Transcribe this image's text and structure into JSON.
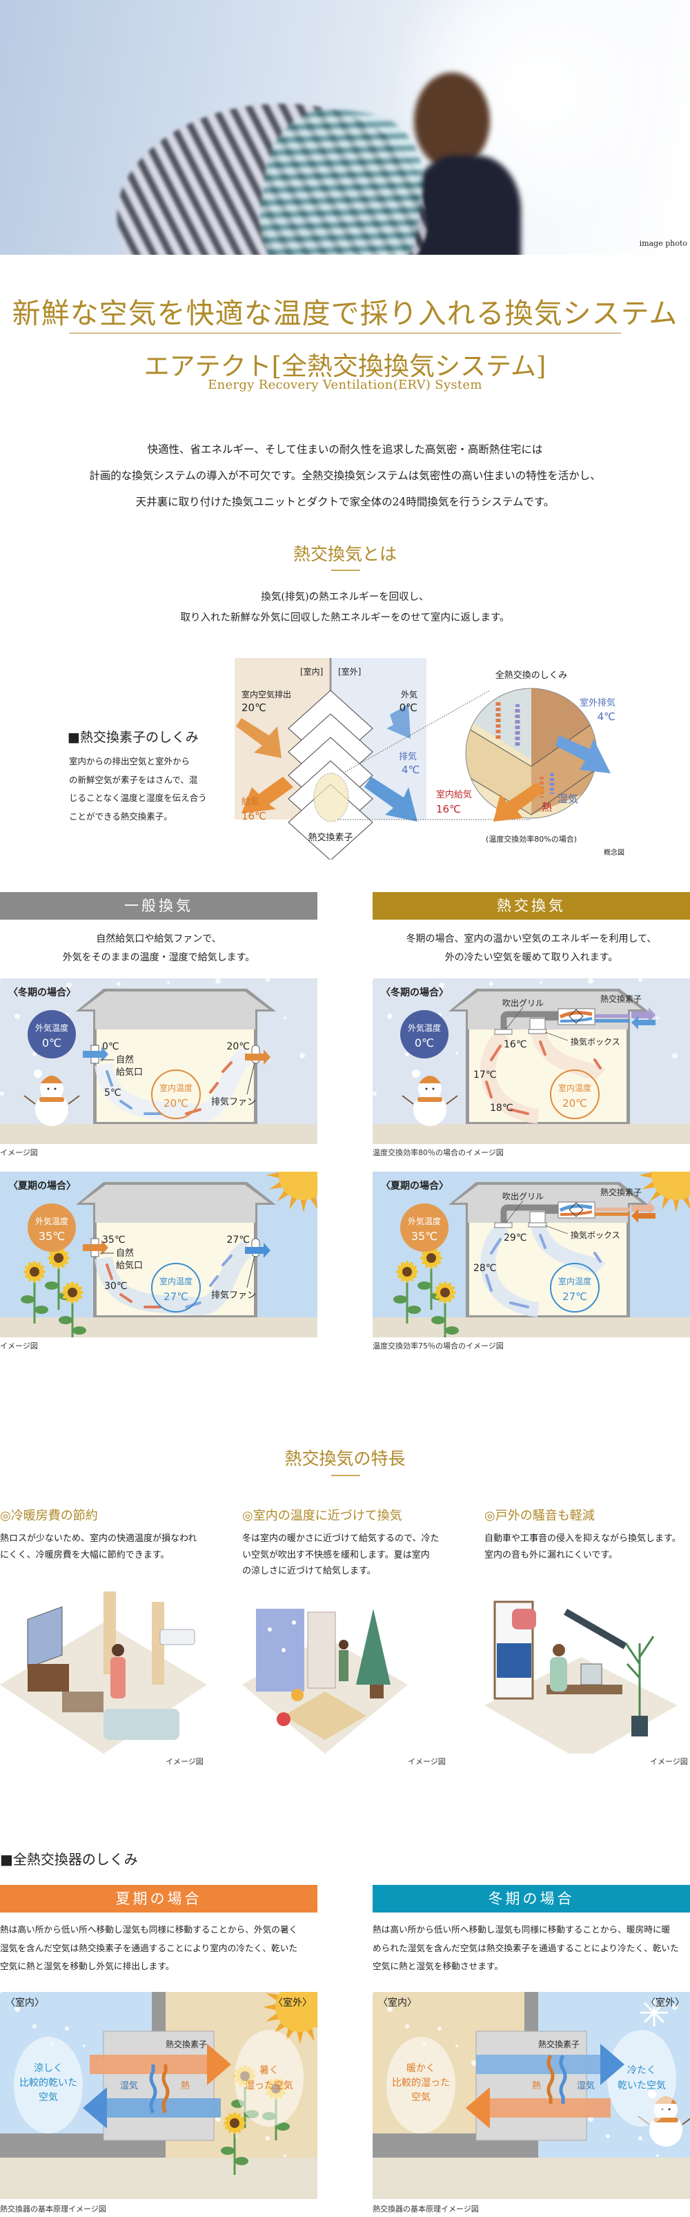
{
  "hero": {
    "caption": "image photo"
  },
  "intro": {
    "title": "新鮮な空気を快適な温度で採り入れる換気システム",
    "product": "エアテクト[全熱交換換気システム]",
    "english": "Energy Recovery Ventilation(ERV) System",
    "body": [
      "快適性、省エネルギー、そして住まいの耐久性を追求した高気密・高断熱住宅には",
      "計画的な換気システムの導入が不可欠です。全熱交換換気システムは気密性の高い住まいの特性を活かし、",
      "天井裏に取り付けた換気ユニットとダクトで家全体の24時間換気を行うシステムです。"
    ]
  },
  "about": {
    "heading": "熱交換気とは",
    "desc": [
      "換気(排気)の熱エネルギーを回収し、",
      "取り入れた新鮮な外気に回収した熱エネルギーをのせて室内に返します。"
    ],
    "element_heading": "■熱交換素子のしくみ",
    "element_body": [
      "室内からの排出空気と室外から",
      "の新鮮空気が素子をはさんで、混",
      "じることなく温度と湿度を伝え合う",
      "ことができる熱交換素子。"
    ],
    "diagram": {
      "indoor": "[室内]",
      "outdoor": "[室外]",
      "exhaust_label": "室内空気排出",
      "exhaust_temp": "20℃",
      "outside_label": "外気",
      "outside_temp": "0℃",
      "out_exhaust_label": "排気",
      "out_exhaust_temp": "4℃",
      "supply_label": "給気",
      "supply_temp": "16℃",
      "element_caption": "熱交換素子",
      "mechanism_title": "全熱交換のしくみ",
      "outdoor_exhaust_label": "室外排気",
      "outdoor_exhaust_temp": "4℃",
      "indoor_supply_label": "室内給気",
      "indoor_supply_temp": "16℃",
      "heat": "熱",
      "humidity": "湿気",
      "efficiency_note": "(温度交換効率80%の場合)",
      "concept": "概念図"
    }
  },
  "general": {
    "title": "一般換気",
    "desc": [
      "自然給気口や給気ファンで、",
      "外気をそのままの温度・湿度で給気します。"
    ],
    "labels": {
      "inlet1": "自然",
      "inlet2": "給気口",
      "room": "室内温度",
      "fan": "排気ファン",
      "outside": "外気温度"
    },
    "winter": {
      "season": "〈冬期の場合〉",
      "outside_temp": "0℃",
      "in_temp": "0℃",
      "mid_temp": "5℃",
      "out_temp": "20℃",
      "room_temp": "20℃",
      "caption": "イメージ図"
    },
    "summer": {
      "season": "〈夏期の場合〉",
      "outside_temp": "35℃",
      "in_temp": "35℃",
      "mid_temp": "30℃",
      "out_temp": "27℃",
      "room_temp": "27℃",
      "caption": "イメージ図"
    }
  },
  "heat": {
    "title": "熱交換気",
    "desc": [
      "冬期の場合、室内の温かい空気のエネルギーを利用して、",
      "外の冷たい空気を暖めて取り入れます。"
    ],
    "labels": {
      "grille": "吹出グリル",
      "element": "熱交換素子",
      "box": "換気ボックス",
      "room": "室内温度",
      "outside": "外気温度"
    },
    "winter": {
      "season": "〈冬期の場合〉",
      "outside_temp": "0℃",
      "t1": "16℃",
      "t2": "17℃",
      "t3": "18℃",
      "room_temp": "20℃",
      "caption": "温度交換効率80％の場合のイメージ図"
    },
    "summer": {
      "season": "〈夏期の場合〉",
      "outside_temp": "35℃",
      "t1": "29℃",
      "t2": "28℃",
      "room_temp": "27℃",
      "caption": "温度交換効率75％の場合のイメージ図"
    }
  },
  "features": {
    "heading": "熱交換気の特長",
    "items": [
      {
        "title": "◎冷暖房費の節約",
        "body": [
          "熱ロスが少ないため、室内の快適温度が損なわれ",
          "にくく、冷暖房費を大幅に節約できます。"
        ],
        "caption": "イメージ図",
        "icon": "living-room-illustration"
      },
      {
        "title": "◎室内の温度に近づけて換気",
        "body": [
          "冬は室内の暖かさに近づけて給気するので、冷た",
          "い空気が吹出す不快感を緩和します。夏は室内",
          "の涼しさに近づけて給気します。"
        ],
        "caption": "イメージ図",
        "icon": "family-room-illustration"
      },
      {
        "title": "◎戸外の騒音も軽減",
        "body": [
          "自動車や工事音の侵入を抑えながら換気します。",
          "室内の音も外に漏れにくいです。"
        ],
        "caption": "イメージ図",
        "icon": "home-office-illustration"
      }
    ]
  },
  "mechanism": {
    "heading": "■全熱交換器のしくみ",
    "summer": {
      "banner": "夏期の場合",
      "body": [
        "熱は高い所から低い所へ移動し湿気も同様に移動することから、外気の暑く",
        "湿気を含んだ空気は熱交換素子を通過することにより室内の冷たく、乾いた",
        "空気に熱と湿気を移動し外気に排出します。"
      ],
      "indoor": "〈室内〉",
      "outdoor": "〈室外〉",
      "element": "熱交換素子",
      "humidity": "湿気",
      "heat": "熱",
      "left_bubble": [
        "涼しく",
        "比較的乾いた",
        "空気"
      ],
      "right_bubble": [
        "暑く",
        "湿った空気"
      ],
      "caption": "熱交換器の基本原理イメージ図"
    },
    "winter": {
      "banner": "冬期の場合",
      "body": [
        "熱は高い所から低い所へ移動し湿気も同様に移動することから、暖房時に暖",
        "められた湿気を含んだ空気は熱交換素子を通過することにより冷たく、乾いた",
        "空気に熱と湿気を移動させます。"
      ],
      "indoor": "〈室内〉",
      "outdoor": "〈室外〉",
      "element": "熱交換素子",
      "humidity": "湿気",
      "heat": "熱",
      "left_bubble": [
        "暖かく",
        "比較的湿った",
        "空気"
      ],
      "right_bubble": [
        "冷たく",
        "乾いた空気"
      ],
      "caption": "熱交換器の基本原理イメージ図"
    }
  },
  "colors": {
    "gold": "#b08a2a",
    "general_banner": "#8a8a8a",
    "heat_banner": "#b38b1e",
    "summer_banner": "#ee8539",
    "winter_banner": "#0b97b9",
    "winter_circle": "#4a5ea0",
    "summer_circle": "#e39a4f",
    "room_winter": "#e08a3c",
    "room_summer": "#3b8fd0"
  }
}
